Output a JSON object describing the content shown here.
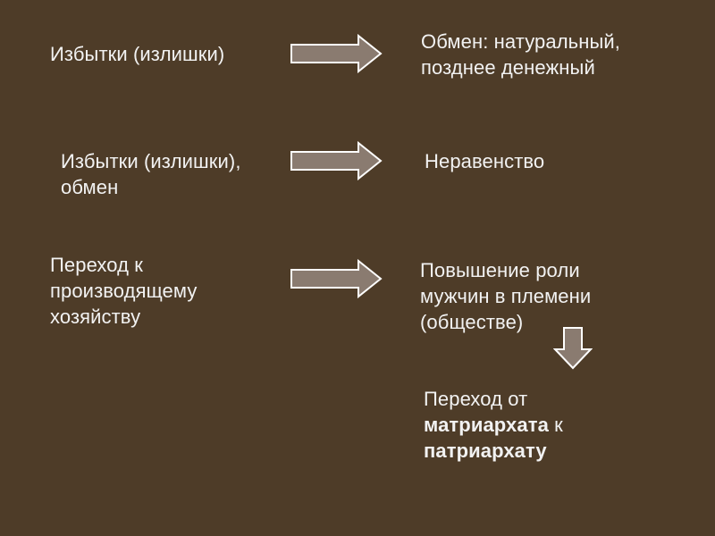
{
  "rows": [
    {
      "left": "Избытки (излишки)",
      "right": "Обмен: натуральный,\nпозднее денежный"
    },
    {
      "left": "Избытки (излишки),\nобмен",
      "right": "Неравенство"
    },
    {
      "left": "Переход к\nпроизводящему\nхозяйству",
      "right": "Повышение роли\nмужчин в племени\n(обществе)"
    }
  ],
  "result": {
    "line1": "Переход от",
    "bold1": "матриархата",
    "mid": " к",
    "bold2": "патриархату"
  },
  "colors": {
    "background": "#4e3c28",
    "arrow_fill": "#8a7b70",
    "arrow_stroke": "#ffffff",
    "text": "#f2f2f2"
  }
}
